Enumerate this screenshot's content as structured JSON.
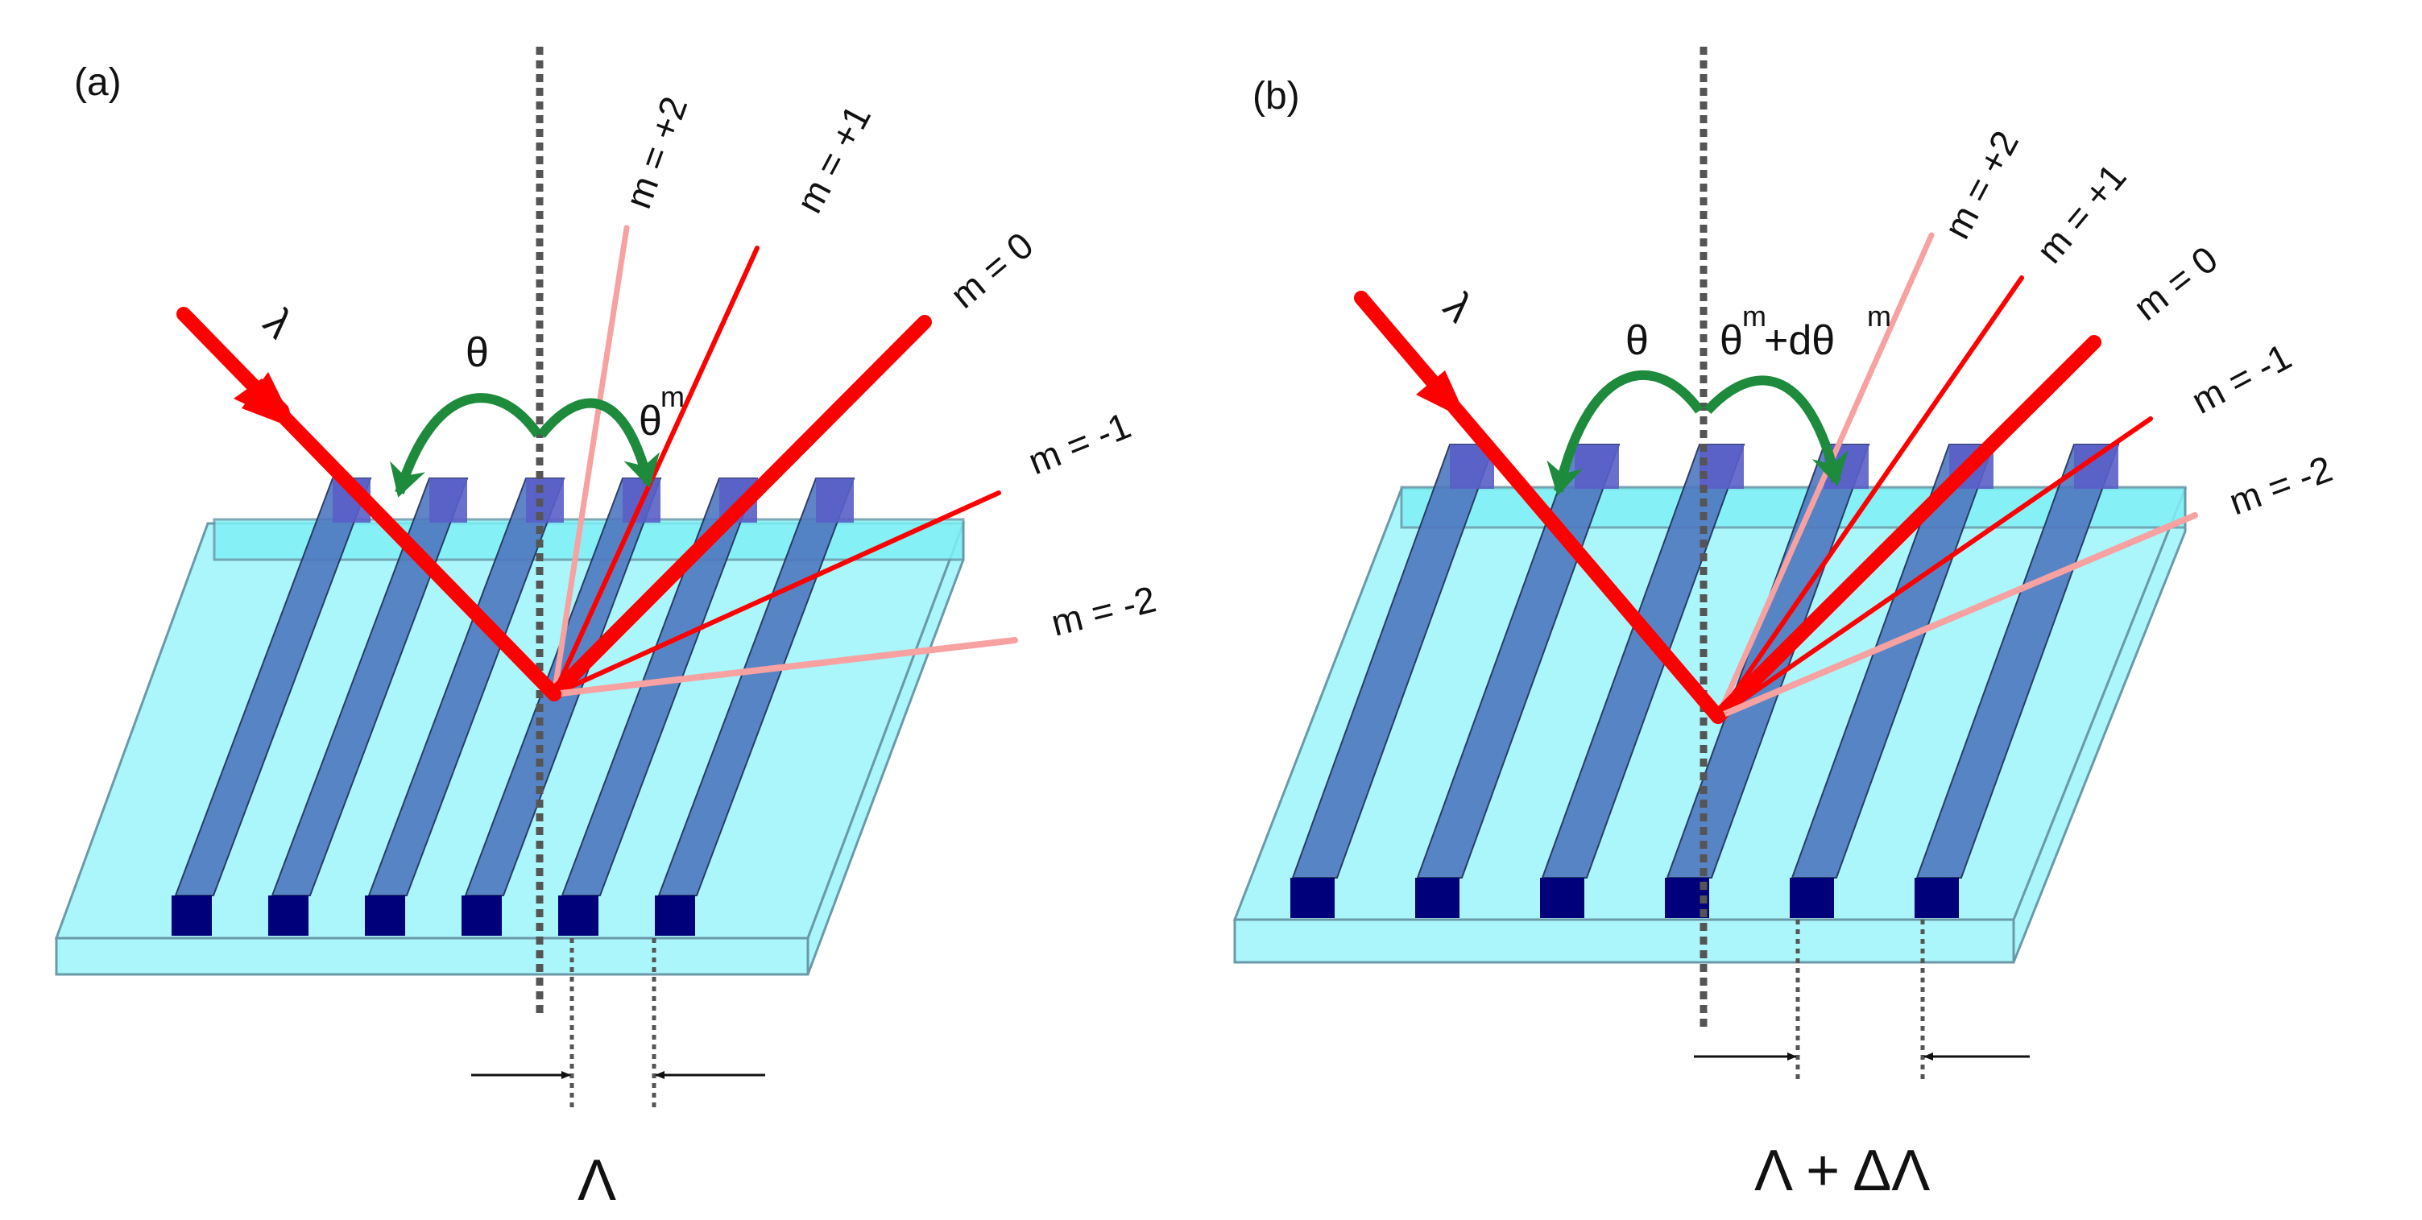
{
  "panels": [
    {
      "label": "(a)",
      "wavelength": "λ",
      "incident_angle": "θ",
      "diffracted_angle": "θ",
      "diffracted_angle_sup": "m",
      "orders": [
        "m = +2",
        "m = +1",
        "m = 0",
        "m = -1",
        "m = -2"
      ],
      "period": "Λ"
    },
    {
      "label": "(b)",
      "wavelength": "λ",
      "incident_angle": "θ",
      "diffracted_angle": "θ",
      "diffracted_angle_sup": "m",
      "diffracted_angle_plus": "+dθ",
      "diffracted_angle_plus_sup": "m",
      "orders": [
        "m = +2",
        "m = +1",
        "m = 0",
        "m = -1",
        "m = -2"
      ],
      "period": "Λ + ΔΛ"
    }
  ],
  "colors": {
    "beam": "#ff0000",
    "beam_weak": "#f7a1a1",
    "slab_fill": "#aaf6fb",
    "slab_stroke": "#6a9aa8",
    "top_strip": "#7ff1f6",
    "ridge": "#4f78c0",
    "ridge_top": "#5a5ec8",
    "ridge_end": "#00007a",
    "arrow_green": "#1e8a3c",
    "normal_line": "#555555"
  }
}
